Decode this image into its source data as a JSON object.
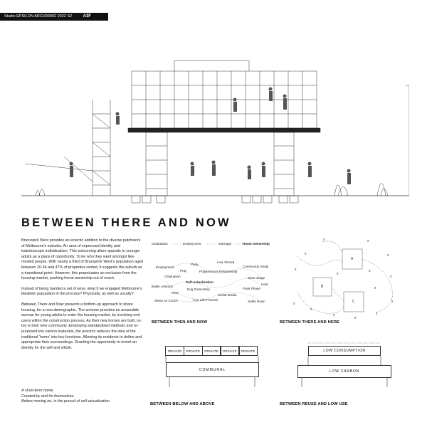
{
  "header": {
    "studio": "Studio EPSILON ARCH30002 2022 S2",
    "sheet": "A3F"
  },
  "title": "BETWEEN THERE AND NOW",
  "body": {
    "p1": "Brunswick West provides an eclectic addition to the diverse patchwork of Melbourne's suburbs. An area of expressed identity and kaleidoscopic individualism. This welcoming allure appeals to younger adults as a place of opportunity. To be who they want amongst like-minded people. With nearly a third of Brunswick West's population aged between 20-34 and 47% of properties rented, it suggests the suburb as a transitional point. However, this perpetuates an exclusion from the housing market, pushing home ownership out of reach.",
    "p2": "Instead of being handed a set of keys, what if we engaged Melbourne's idealistic population in the process? Physically, as well as vocally?",
    "p3_italic": "Between There and Now",
    "p3_rest": " presents a bottom-up approach to share housing, for a new demographic. The scheme provides an accessible avenue for young adults to enter the housing market, by involving end users within the construction process. As their new homes are built, so too is their new community. Employing standardised methods and re-purposed low carbon materials, the precinct reduces the idea of the traditional 'home' into key functions. Allowing its residents to define and appropriate their surroundings. Granting the opportunity to invent an identity for the self and whole.",
    "closing": [
      "A short-term home.",
      "Created by and for themselves.",
      "Before moving on, in the pursuit of self-actualisation."
    ]
  },
  "diagrams": {
    "then_and_now": {
      "label": "BETWEEN THEN AND NOW",
      "words": {
        "graduation": "Graduation",
        "employment": "Employment",
        "marriage": "Marriage",
        "home_ownership": "Home Ownership",
        "employment2": "Employment",
        "party": "Party",
        "live_abroad": "Live Abroad",
        "continuous_study": "Continuous Study",
        "pray": "Pray",
        "polyamorous": "Polyamorous Relationship",
        "graduation2": "Graduation",
        "wear_stage": "Wear Stage",
        "self_actualisation": "Self-Actualisation",
        "ballet": "Ballet Lessons",
        "dog": "Dog Ownership",
        "punk": "Punk Phase",
        "heal": "Heal",
        "rent": "Rent",
        "social_media": "Social Media",
        "sleep": "Sleep on Couch",
        "parents": "Live with Parents",
        "settle": "Settle Down"
      }
    },
    "there_and_here": {
      "label": "BETWEEN THERE AND HERE",
      "blocks": [
        "A",
        "B",
        "C"
      ]
    },
    "below_and_above": {
      "label": "BETWEEN BELOW AND ABOVE",
      "private": [
        "PRIVATE",
        "PRIVATE",
        "PRIVATE",
        "PRIVATE",
        "PRIVATE"
      ],
      "communal": "COMMUNAL"
    },
    "reuse_and_low_use": {
      "label": "BETWEEN REUSE AND LOW USE",
      "top": "LOW CONSUMPTION",
      "bottom": "LOW CARBON"
    }
  }
}
